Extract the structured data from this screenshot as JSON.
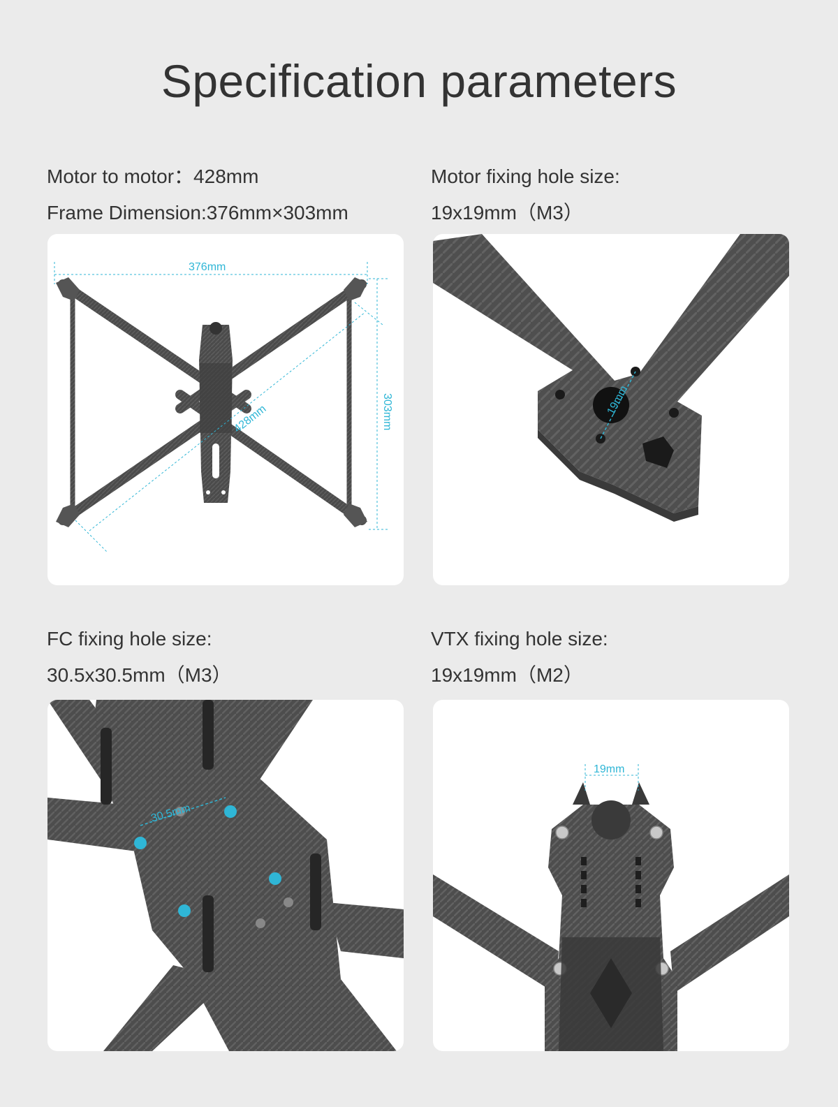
{
  "title": "Specification parameters",
  "specs": {
    "motor_to_motor": "Motor to motor：428mm",
    "frame_dimension": "Frame Dimension:376mm×303mm",
    "motor_hole_label": "Motor fixing hole size:",
    "motor_hole_value": "19x19mm（M3）",
    "fc_hole_label": "FC fixing hole size:",
    "fc_hole_value": "30.5x30.5mm（M3）",
    "vtx_hole_label": "VTX fixing hole size:",
    "vtx_hole_value": "19x19mm（M2）"
  },
  "annotations": {
    "width": "376mm",
    "height": "303mm",
    "diagonal": "428mm",
    "motor_hole": "19mm",
    "fc_hole": "30.5mm",
    "vtx_hole": "19mm"
  },
  "colors": {
    "background": "#ebebeb",
    "text": "#333333",
    "card": "#ffffff",
    "carbon": "#4b4b4b",
    "dimension": "#2fb6d6"
  }
}
